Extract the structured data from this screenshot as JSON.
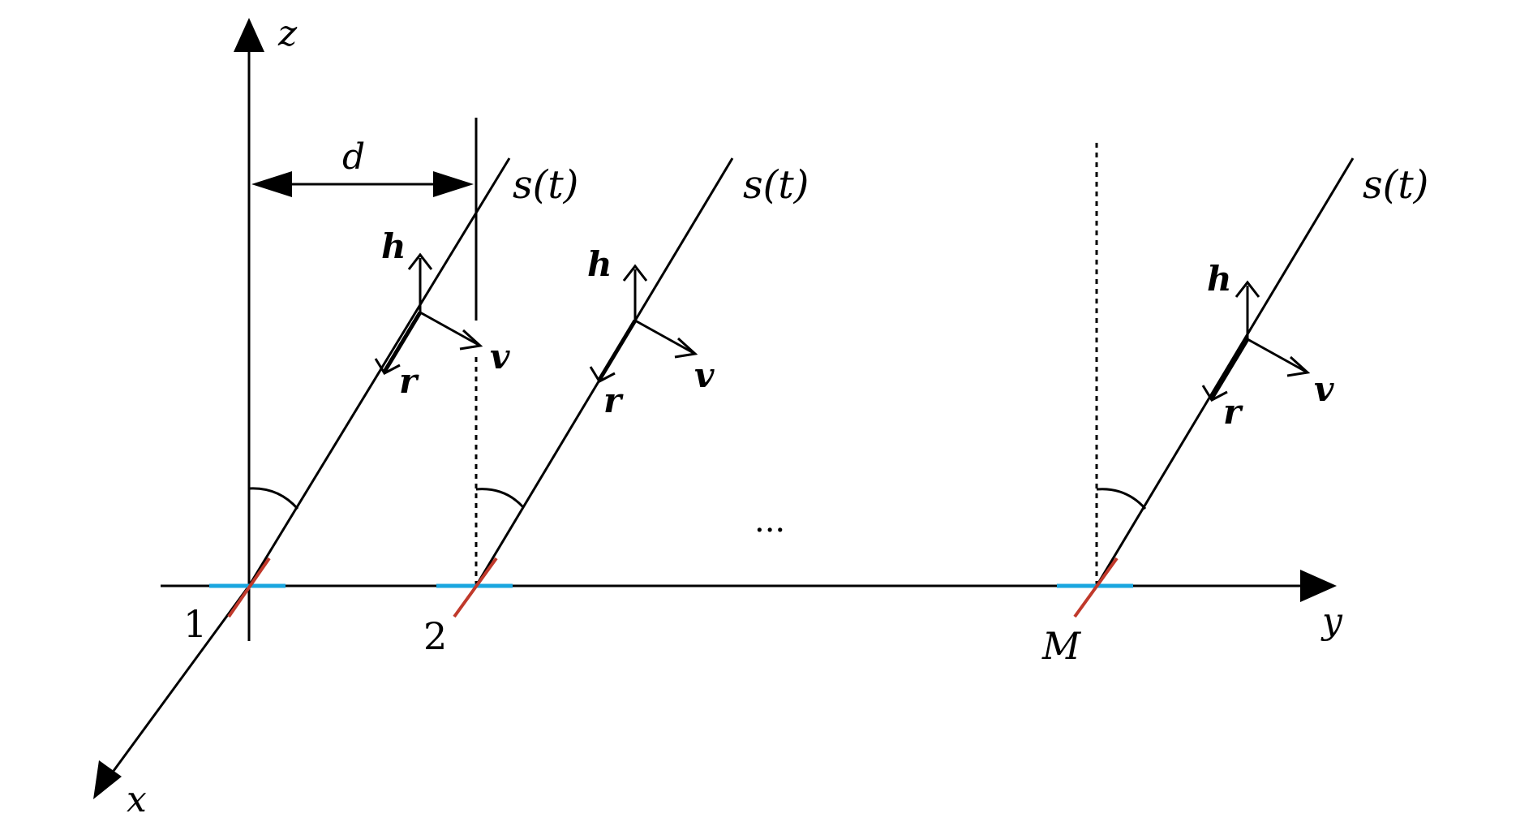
{
  "axes": {
    "z": "z",
    "y": "y",
    "x": "x"
  },
  "spacing_label": "d",
  "ellipsis": "...",
  "colors": {
    "ink": "#000000",
    "element_cyan": "#1aa6df",
    "element_red": "#c0392b"
  },
  "elements": [
    {
      "index_label": "1",
      "signal_label": "s(t)",
      "vector_labels": {
        "h": "h",
        "v": "v",
        "r": "r"
      }
    },
    {
      "index_label": "2",
      "signal_label": "s(t)",
      "vector_labels": {
        "h": "h",
        "v": "v",
        "r": "r"
      }
    },
    {
      "index_label": "M",
      "signal_label": "s(t)",
      "vector_labels": {
        "h": "h",
        "v": "v",
        "r": "r"
      }
    }
  ]
}
